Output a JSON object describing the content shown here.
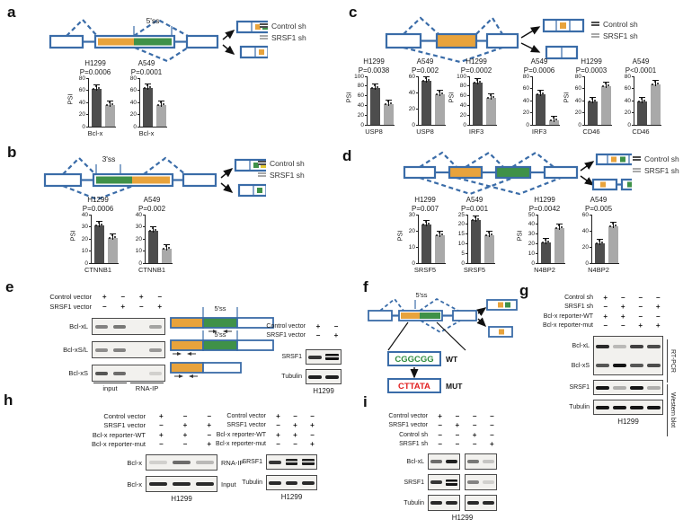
{
  "colors": {
    "blue": "#3a6ca8",
    "orange": "#e8a33c",
    "green": "#3f9148",
    "yellow": "#e3c832",
    "control_bar": "#4d4d4d",
    "srsf1_bar": "#a9a9a9",
    "wt_text": "#2e8b3d",
    "mut_text": "#e21f1f"
  },
  "legend": {
    "control": "Control sh",
    "srsf1": "SRSF1 sh"
  },
  "labels": {
    "psi": "PSI",
    "ss5": "5'ss",
    "ss3": "3'ss",
    "input": "input",
    "rna_ip": "RNA-IP",
    "rt_pcr": "RT-PCR",
    "western": "Western blot",
    "wt": "WT",
    "mut": "MUT",
    "wt_seq": "CGGCGG",
    "mut_seq": "CTTATA"
  },
  "panels": {
    "a": {
      "letter": "a",
      "charts": [
        {
          "cell": "H1299",
          "p": "P=0.0006",
          "gene": "Bcl-x",
          "ymax": 80,
          "ticks": [
            0,
            20,
            40,
            60,
            80
          ],
          "control": 62,
          "srsf1": 36,
          "psi": true
        },
        {
          "cell": "A549",
          "p": "P=0.0001",
          "gene": "Bcl-x",
          "ymax": 80,
          "ticks": [
            0,
            20,
            40,
            60,
            80
          ],
          "control": 64,
          "srsf1": 35,
          "psi": false
        }
      ]
    },
    "b": {
      "letter": "b",
      "charts": [
        {
          "cell": "H1299",
          "p": "P=0.0006",
          "gene": "CTNNB1",
          "ymax": 40,
          "ticks": [
            0,
            10,
            20,
            30,
            40
          ],
          "control": 31,
          "srsf1": 21,
          "psi": true
        },
        {
          "cell": "A549",
          "p": "P=0.002",
          "gene": "CTNNB1",
          "ymax": 40,
          "ticks": [
            0,
            10,
            20,
            30,
            40
          ],
          "control": 27,
          "srsf1": 12,
          "psi": false
        }
      ]
    },
    "c": {
      "letter": "c",
      "charts": [
        {
          "cell": "H1299",
          "p": "P=0.0038",
          "gene": "USP8",
          "ymax": 100,
          "ticks": [
            0,
            20,
            40,
            60,
            80,
            100
          ],
          "control": 76,
          "srsf1": 43,
          "psi": true
        },
        {
          "cell": "A549",
          "p": "P=0.002",
          "gene": "USP8",
          "ymax": 60,
          "ticks": [
            0,
            20,
            40,
            60
          ],
          "control": 54,
          "srsf1": 38,
          "psi": false
        },
        {
          "cell": "H1299",
          "p": "P=0.0002",
          "gene": "IRF3",
          "ymax": 100,
          "ticks": [
            0,
            20,
            40,
            60,
            80,
            100
          ],
          "control": 87,
          "srsf1": 55,
          "psi": true
        },
        {
          "cell": "A549",
          "p": "P=0.0006",
          "gene": "IRF3",
          "ymax": 80,
          "ticks": [
            0,
            20,
            40,
            60,
            80
          ],
          "control": 50,
          "srsf1": 8,
          "psi": false
        },
        {
          "cell": "H1299",
          "p": "P=0.0003",
          "gene": "CD46",
          "ymax": 80,
          "ticks": [
            0,
            20,
            40,
            60,
            80
          ],
          "control": 38,
          "srsf1": 63,
          "psi": true
        },
        {
          "cell": "A549",
          "p": "P<0.0001",
          "gene": "CD46",
          "ymax": 80,
          "ticks": [
            0,
            20,
            40,
            60,
            80
          ],
          "control": 38,
          "srsf1": 66,
          "psi": false
        }
      ]
    },
    "d": {
      "letter": "d",
      "charts": [
        {
          "cell": "H1299",
          "p": "P=0.007",
          "gene": "SRSF5",
          "ymax": 30,
          "ticks": [
            0,
            10,
            20,
            30
          ],
          "control": 24,
          "srsf1": 17,
          "psi": true
        },
        {
          "cell": "A549",
          "p": "P=0.001",
          "gene": "SRSF5",
          "ymax": 25,
          "ticks": [
            0,
            5,
            10,
            15,
            20,
            25
          ],
          "control": 22,
          "srsf1": 14.5,
          "psi": false
        },
        {
          "cell": "H1299",
          "p": "P=0.0042",
          "gene": "N4BP2",
          "ymax": 50,
          "ticks": [
            0,
            10,
            20,
            30,
            40,
            50
          ],
          "control": 21,
          "srsf1": 36,
          "psi": true
        },
        {
          "cell": "A549",
          "p": "P=0.005",
          "gene": "N4BP2",
          "ymax": 60,
          "ticks": [
            0,
            20,
            40,
            60
          ],
          "control": 24,
          "srsf1": 46,
          "psi": false
        }
      ]
    },
    "e": {
      "letter": "e",
      "signs": [
        {
          "label": "Control vector",
          "signs": [
            "+",
            "−",
            "+",
            "−"
          ]
        },
        {
          "label": "SRSF1 vector",
          "signs": [
            "−",
            "+",
            "−",
            "+"
          ]
        }
      ],
      "gels": [
        {
          "labels": [
            "Bcl-xL"
          ],
          "rows": [
            [
              0.5,
              0.55,
              0,
              0.35
            ]
          ]
        },
        {
          "labels": [
            "Bcl-xS/L"
          ],
          "rows": [
            [
              0.45,
              0.5,
              0,
              0.4
            ]
          ]
        },
        {
          "labels": [
            "Bcl-xS"
          ],
          "rows": [
            [
              0.7,
              0.6,
              0,
              0.15
            ]
          ]
        }
      ],
      "west": {
        "signs": [
          {
            "label": "Control vector",
            "signs": [
              "+",
              "−"
            ]
          },
          {
            "label": "SRSF1 vector",
            "signs": [
              "−",
              "+"
            ]
          }
        ],
        "gels": [
          {
            "labels": [
              "SRSF1"
            ],
            "rows": [
              [
                0.85,
                1
              ]
            ],
            "dbl": [
              [
                1
              ]
            ]
          },
          {
            "labels": [
              "Tubulin"
            ],
            "rows": [
              [
                0.95,
                0.95
              ]
            ]
          }
        ],
        "cell": "H1299"
      }
    },
    "f": {
      "letter": "f"
    },
    "g": {
      "letter": "g",
      "signs": [
        {
          "label": "Control sh",
          "signs": [
            "+",
            "−",
            "−",
            "−"
          ]
        },
        {
          "label": "SRSF1 sh",
          "signs": [
            "−",
            "+",
            "−",
            "+"
          ]
        },
        {
          "label": "Bcl-x reporter-WT",
          "signs": [
            "+",
            "+",
            "−",
            "−"
          ]
        },
        {
          "label": "Bcl-x reporter-mut",
          "signs": [
            "−",
            "−",
            "+",
            "+"
          ]
        }
      ],
      "gels": [
        {
          "labels": [
            "Bcl-xL",
            "Bcl-xS"
          ],
          "rows": [
            [
              0.9,
              0.25,
              0.8,
              0.75
            ],
            [
              0.7,
              1,
              0.7,
              0.75
            ]
          ]
        },
        {
          "labels": [
            "SRSF1"
          ],
          "rows": [
            [
              1,
              0.3,
              1,
              0.3
            ]
          ]
        },
        {
          "labels": [
            "Tubulin"
          ],
          "rows": [
            [
              1,
              1,
              1,
              1
            ]
          ]
        }
      ],
      "cell": "H1299"
    },
    "h": {
      "letter": "h",
      "left": {
        "signs": [
          {
            "label": "Control vector",
            "signs": [
              "+",
              "−",
              "−"
            ]
          },
          {
            "label": "SRSF1 vector",
            "signs": [
              "−",
              "+",
              "+"
            ]
          },
          {
            "label": "Bcl-x reporter-WT",
            "signs": [
              "+",
              "+",
              "−"
            ]
          },
          {
            "label": "Bcl-x reporter-mut",
            "signs": [
              "−",
              "−",
              "+"
            ]
          }
        ],
        "gels": [
          {
            "labels": [
              "Bcl-x"
            ],
            "rows": [
              [
                0.15,
                0.6,
                0.25
              ]
            ],
            "right": "RNA-IP"
          },
          {
            "labels": [
              "Bcl-x"
            ],
            "rows": [
              [
                0.9,
                0.9,
                0.9
              ]
            ],
            "right": "Input"
          }
        ],
        "cell": "H1299"
      },
      "right": {
        "signs": [
          {
            "label": "Control vector",
            "signs": [
              "+",
              "−",
              "−"
            ]
          },
          {
            "label": "SRSF1 vector",
            "signs": [
              "−",
              "+",
              "+"
            ]
          },
          {
            "label": "Bcl-x reporter-WT",
            "signs": [
              "+",
              "+",
              "−"
            ]
          },
          {
            "label": "Bcl-x reporter-mut",
            "signs": [
              "−",
              "−",
              "+"
            ]
          }
        ],
        "gels": [
          {
            "labels": [
              "SRSF1"
            ],
            "rows": [
              [
                0.85,
                0.95,
                0.95
              ]
            ],
            "dbl": [
              [
                1,
                2
              ]
            ]
          },
          {
            "labels": [
              "Tubulin"
            ],
            "rows": [
              [
                0.9,
                0.9,
                0.9
              ]
            ]
          }
        ],
        "cell": "H1299"
      }
    },
    "i": {
      "letter": "i",
      "signs": [
        {
          "label": "Control vector",
          "signs": [
            "+",
            "−",
            "−",
            "−"
          ]
        },
        {
          "label": "SRSF1 vector",
          "signs": [
            "−",
            "+",
            "−",
            "−"
          ]
        },
        {
          "label": "Control sh",
          "signs": [
            "−",
            "−",
            "+",
            "−"
          ]
        },
        {
          "label": "SRSF1 sh",
          "signs": [
            "−",
            "−",
            "−",
            "+"
          ]
        }
      ],
      "gels": [
        {
          "labels": [
            "Bcl-xL"
          ],
          "rows": [
            [
              0.6,
              0.95,
              0.55,
              0.2
            ]
          ],
          "split": true
        },
        {
          "labels": [
            "SRSF1"
          ],
          "rows": [
            [
              0.85,
              1,
              0.5,
              0.15
            ]
          ],
          "dbl": [
            [
              1
            ]
          ],
          "split": true
        },
        {
          "labels": [
            "Tubulin"
          ],
          "rows": [
            [
              0.9,
              0.9,
              0.9,
              0.9
            ]
          ],
          "split": true
        }
      ],
      "cell": "H1299"
    }
  }
}
